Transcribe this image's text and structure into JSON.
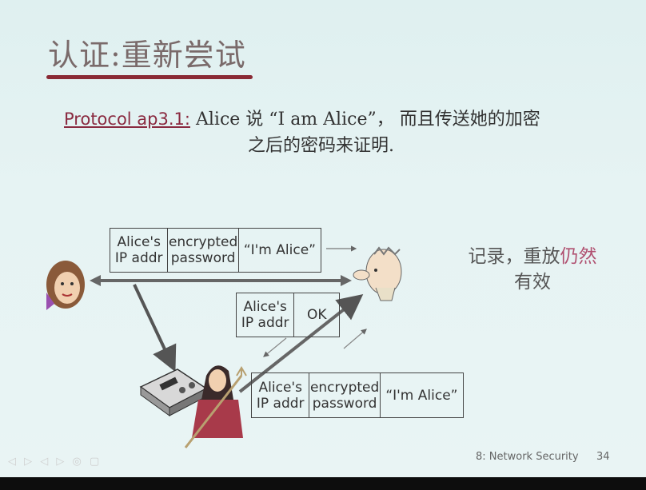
{
  "slide": {
    "title": "认证:重新尝试",
    "protocol_label": "Protocol ap3.1:",
    "protocol_text_line1": " Alice 说 “I am Alice”，  而且传送她的加密",
    "protocol_text_line2": "之后的密码来证明.",
    "note_part1": "记录，重放",
    "note_part2": "仍然",
    "note_line2": "有效",
    "footer_section": "8: Network Security",
    "page_number": "34"
  },
  "packets": {
    "top": [
      "Alice's\nIP addr",
      "encrypted\npassword",
      "“I'm Alice”"
    ],
    "reply": [
      "Alice's\nIP addr",
      "OK"
    ],
    "replay": [
      "Alice's\nIP addr",
      "encrypted\npassword",
      "“I'm Alice”"
    ]
  },
  "colors": {
    "title_underline": "#8a2a35",
    "protocol_label": "#8a2a40",
    "accent": "#b05070"
  },
  "icons": [
    "alice-avatar-icon",
    "bob-avatar-icon",
    "trudy-avatar-icon",
    "tape-recorder-icon"
  ]
}
